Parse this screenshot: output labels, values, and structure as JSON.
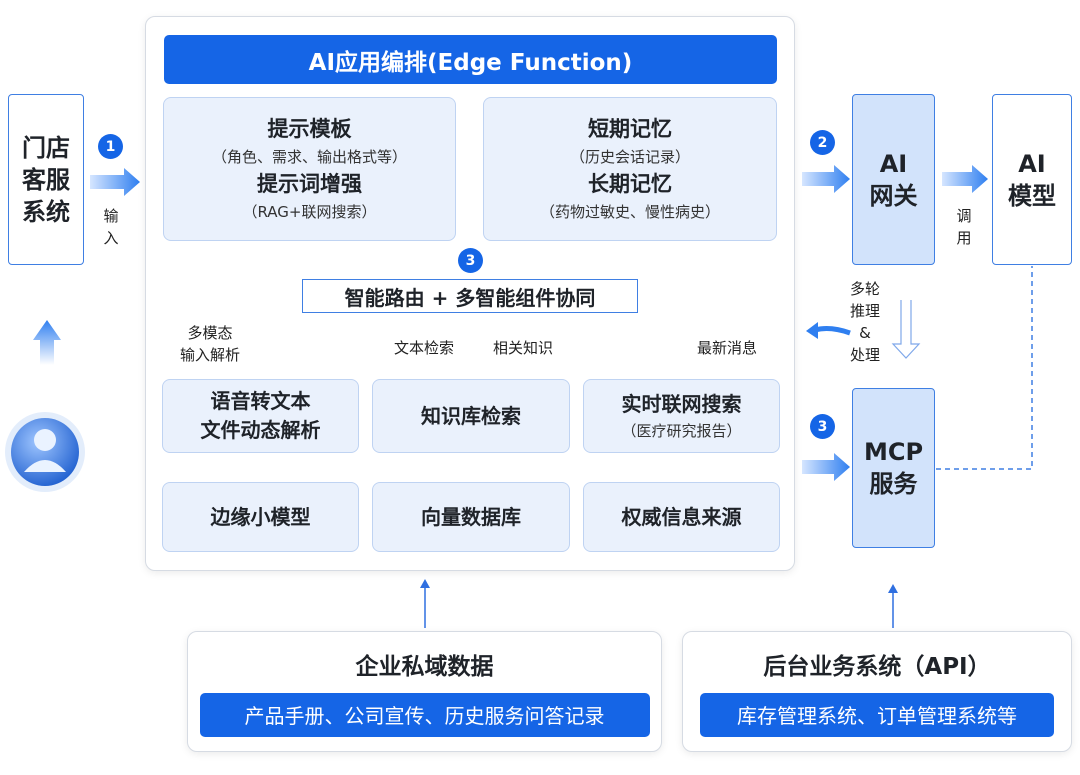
{
  "header": {
    "title": "AI应用编排(Edge Function)"
  },
  "store_system": {
    "label": "门店客服系统"
  },
  "input_label": "输入",
  "badges": {
    "b1": "1",
    "b2": "2",
    "b3_mid": "3",
    "b3_mcp": "3"
  },
  "prompt_box": {
    "template_title": "提示模板",
    "template_sub": "（角色、需求、输出格式等）",
    "enhance_title": "提示词增强",
    "enhance_sub": "（RAG+联网搜索）"
  },
  "memory_box": {
    "short_title": "短期记忆",
    "short_sub": "（历史会话记录）",
    "long_title": "长期记忆",
    "long_sub": "（药物过敏史、慢性病史）"
  },
  "router": {
    "label": "智能路由 + 多智能组件协同"
  },
  "flow_labels": {
    "multimodal": "多模态\n输入解析",
    "text_search": "文本检索",
    "related_knowledge": "相关知识",
    "latest_news": "最新消息"
  },
  "components": {
    "speech": "语音转文本\n文件动态解析",
    "kb_search": "知识库检索",
    "web_search_title": "实时联网搜索",
    "web_search_sub": "（医疗研究报告）"
  },
  "sources": {
    "edge_model": "边缘小模型",
    "vector_db": "向量数据库",
    "authority": "权威信息来源"
  },
  "ai_gateway": {
    "label": "AI\n网关"
  },
  "call_label": "调\n用",
  "ai_model": {
    "label": "AI\n模型"
  },
  "reasoning_label": "多轮\n推理\n&\n处理",
  "mcp": {
    "label": "MCP\n服务"
  },
  "enterprise": {
    "title": "企业私域数据",
    "detail": "产品手册、公司宣传、历史服务问答记录"
  },
  "backend": {
    "title": "后台业务系统（API）",
    "detail": "库存管理系统、订单管理系统等"
  },
  "colors": {
    "primary": "#1565e6",
    "soft_fill": "#eaf1fc",
    "column_fill": "#d2e3fb"
  },
  "icons": {
    "user": "user-avatar-icon"
  }
}
